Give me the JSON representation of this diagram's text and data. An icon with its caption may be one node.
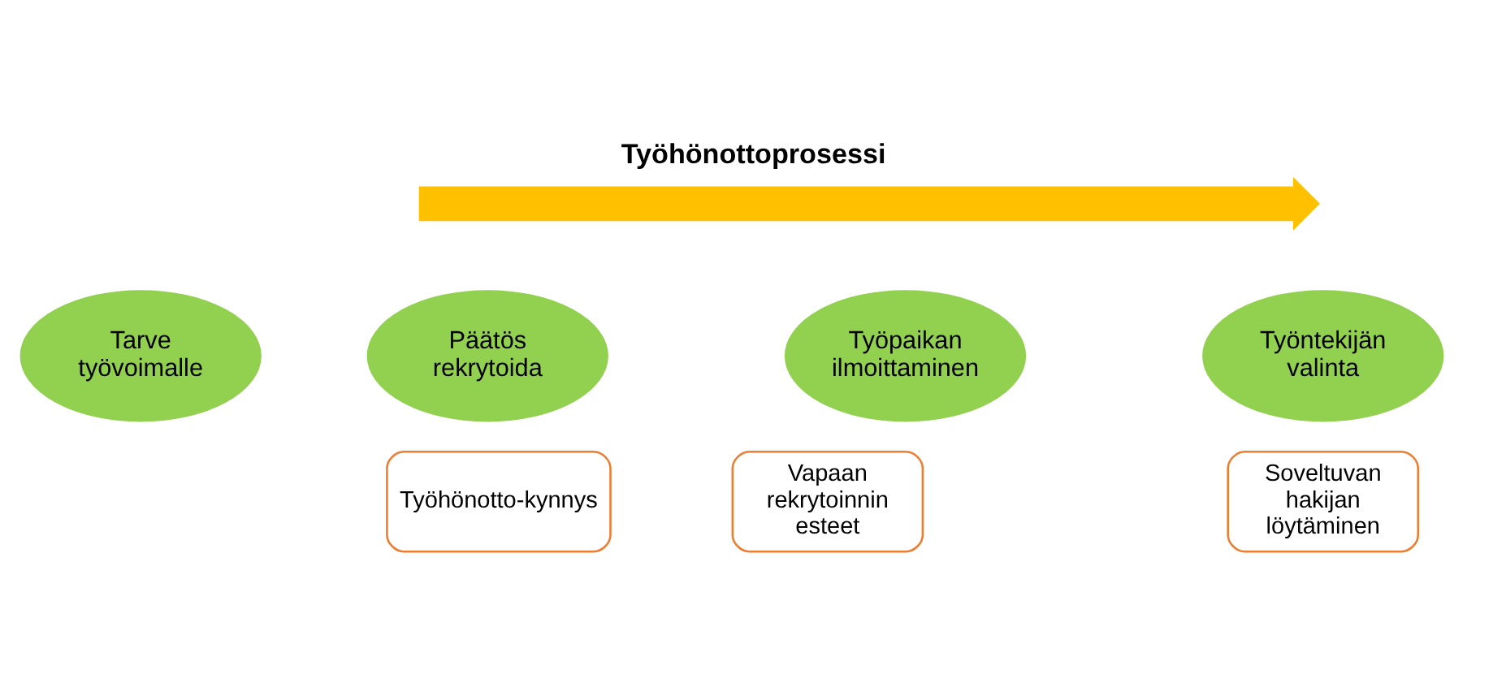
{
  "diagram": {
    "title": "Työhönottoprosessi",
    "nodes": [
      {
        "text": [],
        "shape": "arrow"
      },
      {
        "text": [
          "Tarve työvoimalle"
        ]
      },
      {
        "text": [
          "Päätös rekrytoida"
        ]
      },
      {
        "text": [
          "Työpaikan ilmoittaminen"
        ]
      },
      {
        "text": [
          "Työntekijän valinta"
        ]
      },
      {
        "text": [
          "Työhönotto-kynnys"
        ]
      },
      {
        "text": [
          "Vapaan rekrytoinnin esteet"
        ]
      },
      {
        "text": [
          "Soveltuvan hakijan löytäminen"
        ]
      }
    ],
    "edges": []
  }
}
